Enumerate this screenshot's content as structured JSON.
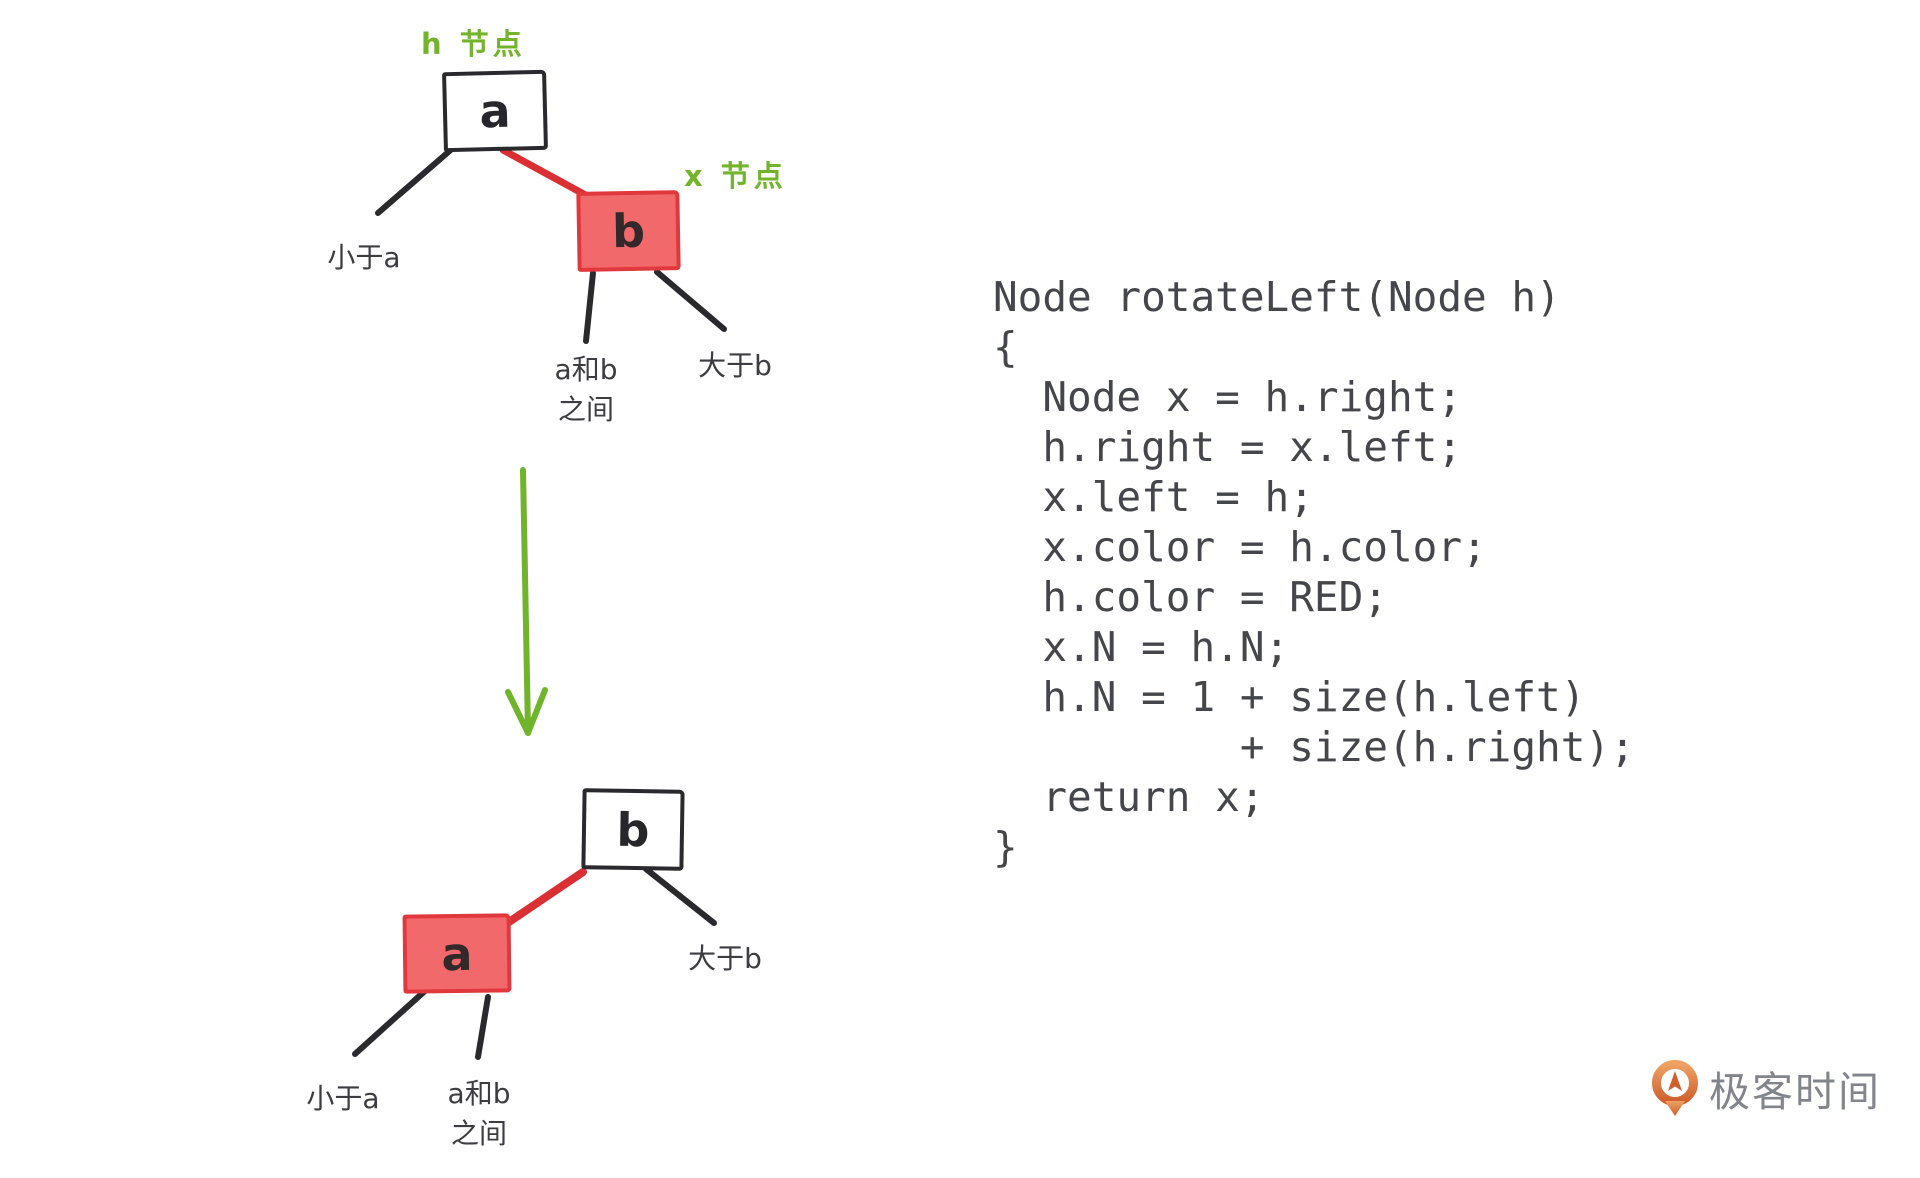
{
  "colors": {
    "background": "#ffffff",
    "ink_stroke": "#2a2a2e",
    "label_text": "#3c3c41",
    "green_accent": "#74b42c",
    "red_node_fill": "#f2696c",
    "red_node_stroke": "#e0383c",
    "red_edge": "#da3034",
    "code_text": "#45464b",
    "logo_orange": "#dd7b3f",
    "logo_text_gray": "#83858d"
  },
  "top_tree": {
    "pointer_h": "h 节点",
    "pointer_x": "x 节点",
    "node_a": "a",
    "node_b": "b",
    "label_less_a": "小于a",
    "label_between_line1": "a和b",
    "label_between_line2": "之间",
    "label_greater_b": "大于b"
  },
  "bottom_tree": {
    "node_b": "b",
    "node_a": "a",
    "label_less_a": "小于a",
    "label_between_line1": "a和b",
    "label_between_line2": "之间",
    "label_greater_b": "大于b"
  },
  "code": {
    "lines": [
      "Node rotateLeft(Node h)",
      "{",
      "  Node x = h.right;",
      "  h.right = x.left;",
      "  x.left = h;",
      "  x.color = h.color;",
      "  h.color = RED;",
      "  x.N = h.N;",
      "  h.N = 1 + size(h.left)",
      "          + size(h.right);",
      "  return x;",
      "}"
    ]
  },
  "logo": {
    "brand": "极客时间"
  }
}
